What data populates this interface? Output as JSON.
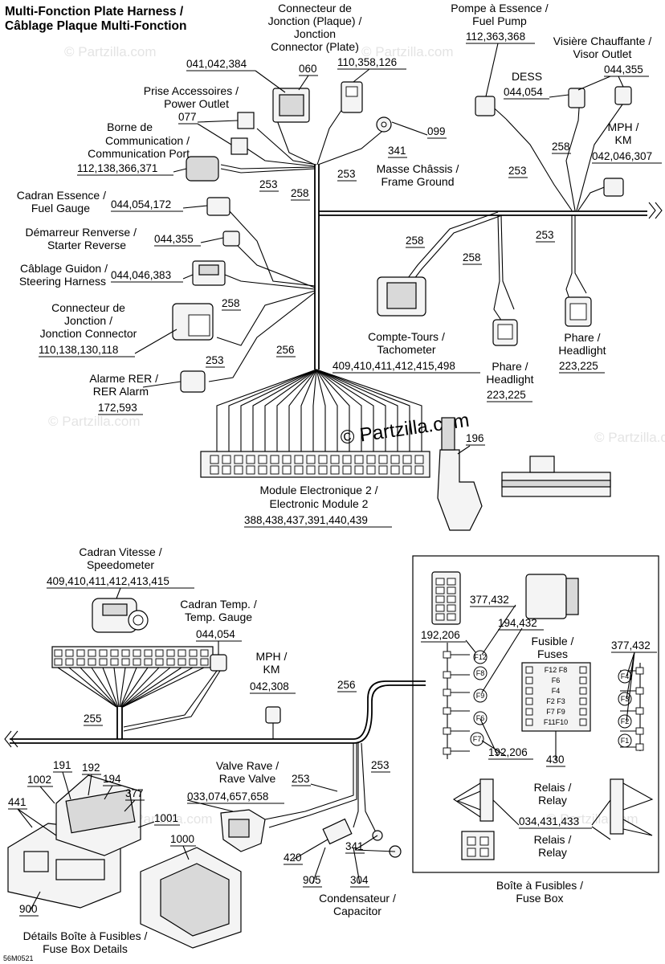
{
  "title": {
    "line1": "Multi-Fonction Plate Harness /",
    "line2": "Câblage Plaque Multi-Fonction"
  },
  "watermark": {
    "small": "© Partzilla.com",
    "center": "© Partzilla.com"
  },
  "footer_code": "56M0521",
  "labels": {
    "connecteur_plaque": [
      "Connecteur de",
      "Jonction (Plaque) /",
      "Jonction",
      "Connector (Plate)"
    ],
    "pompe": [
      "Pompe à Essence /",
      "Fuel Pump"
    ],
    "visiere": [
      "Visière Chauffante /",
      "Visor Outlet"
    ],
    "prise": [
      "Prise Accessoires /",
      "Power Outlet"
    ],
    "borne": [
      "Borne de",
      "Communication /",
      "Communication Port"
    ],
    "dess": "DESS",
    "masse": [
      "Masse Châssis /",
      "Frame Ground"
    ],
    "mph_top": [
      "MPH /",
      "KM"
    ],
    "cadran_essence": [
      "Cadran Essence /",
      "Fuel Gauge"
    ],
    "demarreur": [
      "Démarreur Renverse /",
      "Starter Reverse"
    ],
    "guidon": [
      "Câblage Guidon /",
      "Steering Harness"
    ],
    "jonction": [
      "Connecteur de",
      "Jonction /",
      "Jonction Connector"
    ],
    "alarme": [
      "Alarme RER /",
      "RER Alarm"
    ],
    "compte_tours": [
      "Compte-Tours /",
      "Tachometer"
    ],
    "phare": [
      "Phare /",
      "Headlight"
    ],
    "module": [
      "Module Electronique 2 /",
      "Electronic Module 2"
    ],
    "cadran_vitesse": [
      "Cadran Vitesse /",
      "Speedometer"
    ],
    "cadran_temp": [
      "Cadran Temp. /",
      "Temp. Gauge"
    ],
    "mph_bottom": [
      "MPH /",
      "KM"
    ],
    "fusible": [
      "Fusible /",
      "Fuses"
    ],
    "relais": [
      "Relais /",
      "Relay"
    ],
    "valve": [
      "Valve Rave /",
      "Rave Valve"
    ],
    "condensateur": [
      "Condensateur /",
      "Capacitor"
    ],
    "boite": [
      "Boîte à Fusibles /",
      "Fuse Box"
    ],
    "details": [
      "Détails Boîte à Fusibles /",
      "Fuse Box Details"
    ]
  },
  "part_numbers": {
    "p041": "041,042,384",
    "p060": "060",
    "p110a": "110,358,126",
    "p112a": "112,363,368",
    "p044a": "044,355",
    "p077": "077",
    "p099": "099",
    "p341a": "341",
    "p112b": "112,138,366,371",
    "p044b": "044,054",
    "p042a": "042,046,307",
    "p253a": "253",
    "p258a": "258",
    "p253b": "253",
    "p258b": "258",
    "p253c": "253",
    "p044c": "044,054,172",
    "p044d": "044,355",
    "p044e": "044,046,383",
    "p258c": "258",
    "p253d": "253",
    "p258d": "258",
    "p258e": "258",
    "p110b": "110,138,130,118",
    "p256a": "256",
    "p253e": "253",
    "p172": "172,593",
    "p409a": "409,410,411,412,415,498",
    "p223a": "223,225",
    "p223b": "223,225",
    "p196": "196",
    "p388": "388,438,437,391,440,439",
    "p409b": "409,410,411,412,413,415",
    "p044f": "044,054",
    "p042b": "042,308",
    "p255": "255",
    "p256b": "256",
    "p377a": "377,432",
    "p192a": "192,206",
    "p194": "194,432",
    "p377b": "377,432",
    "p192b": "192,206",
    "p430": "430",
    "p253f": "253",
    "p253g": "253",
    "p191": "191",
    "p192c": "192",
    "p194b": "194",
    "p1002": "1002",
    "p441": "441",
    "p377c": "377",
    "p1001": "1001",
    "p1000": "1000",
    "p033": "033,074,657,658",
    "p034": "034,431,433",
    "p420": "420",
    "p341b": "341",
    "p905": "905",
    "p304": "304",
    "p900": "900"
  },
  "fuse_ids": [
    "F12",
    "F8",
    "F9",
    "F6",
    "F7",
    "F4",
    "F3",
    "F2",
    "F1"
  ],
  "fuse_legend": [
    "F12 F8",
    "F6",
    "F4",
    "F2 F3",
    "F7 F9",
    "F11F10"
  ]
}
